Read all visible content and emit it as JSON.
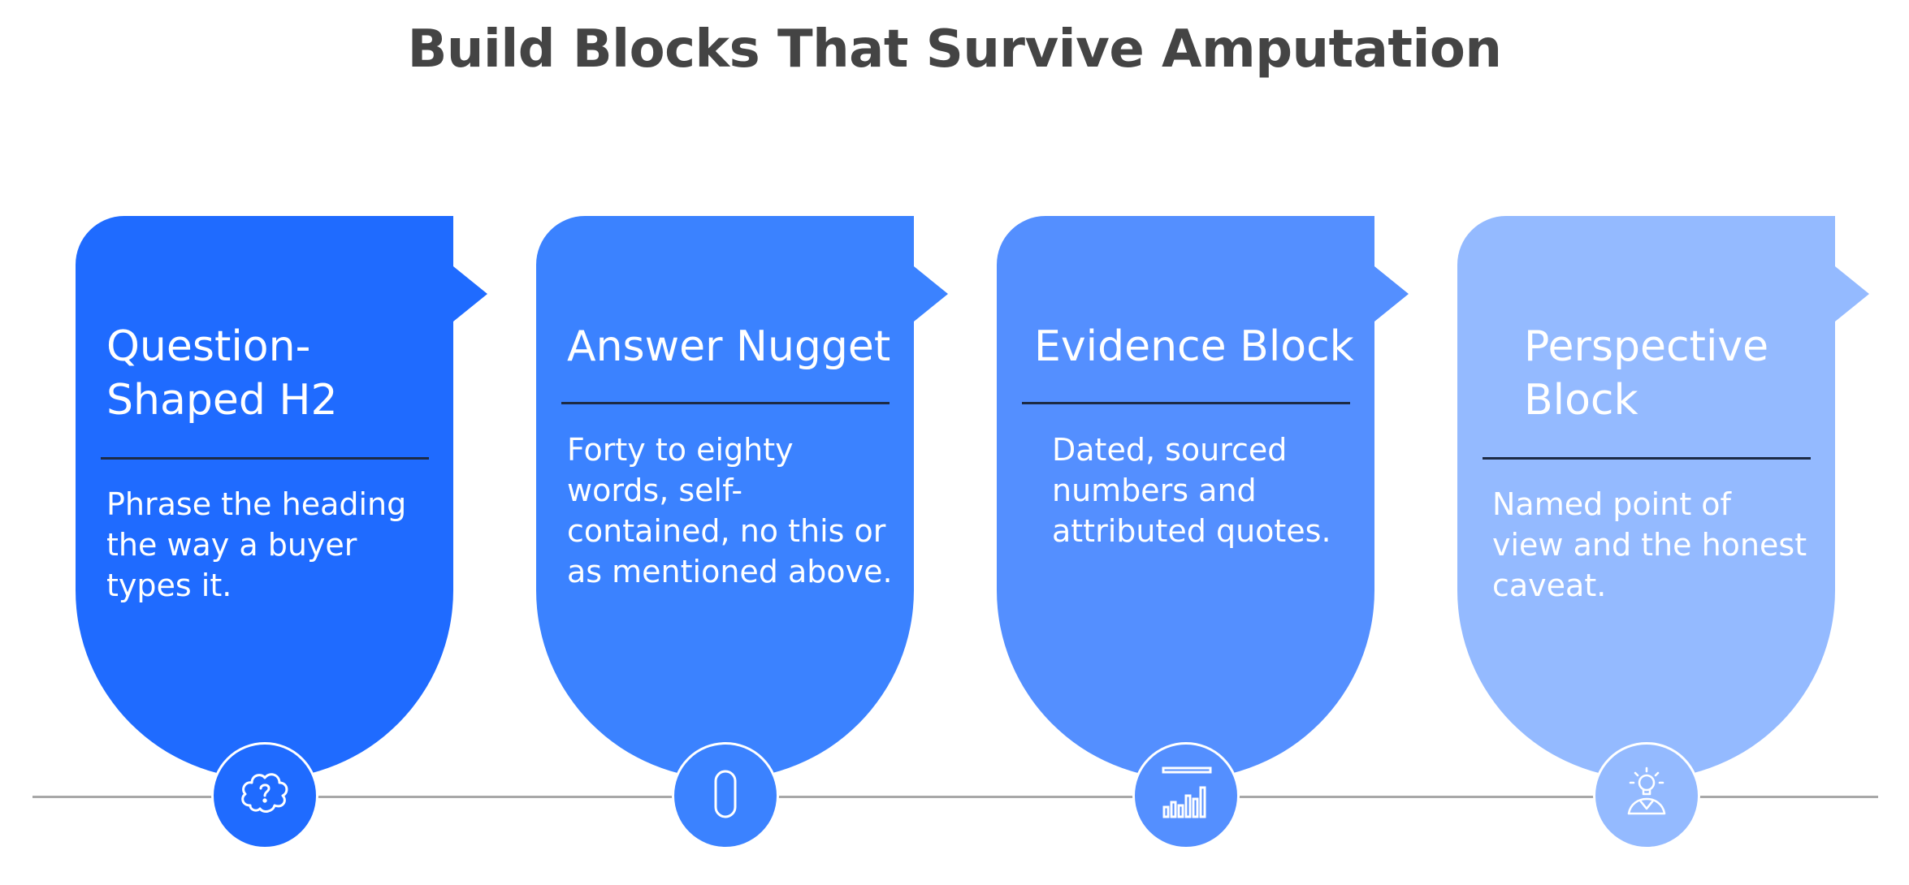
{
  "title": "Build Blocks That Survive Amputation",
  "cards": [
    {
      "title": "Question-\nShaped H2",
      "description": "Phrase the heading\nthe way a buyer\ntypes it.",
      "icon": "question-bubble-icon",
      "color": "#1f6bff"
    },
    {
      "title": "Answer Nugget",
      "description": "Forty to eighty\nwords, self-\ncontained, no this or\nas mentioned above.",
      "icon": "capsule-icon",
      "color": "#3b82ff"
    },
    {
      "title": "Evidence Block",
      "description": "Dated, sourced\nnumbers and\nattributed quotes.",
      "icon": "bar-chart-icon",
      "color": "#548fff"
    },
    {
      "title": "Perspective\nBlock",
      "description": "Named point of\nview and the honest\ncaveat.",
      "icon": "lightbulb-person-icon",
      "color": "#94baff"
    }
  ]
}
